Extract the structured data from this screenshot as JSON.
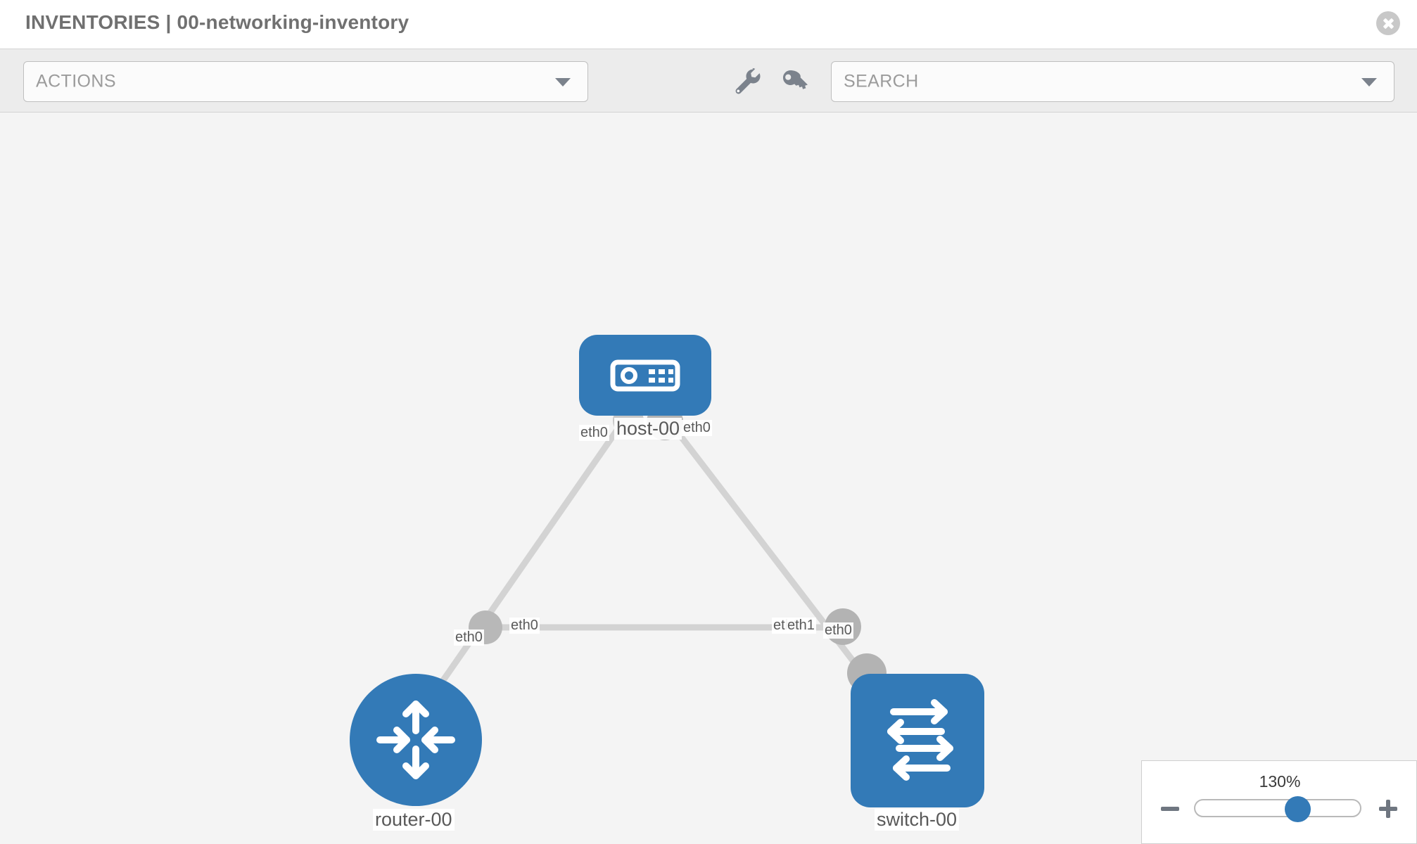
{
  "header": {
    "title": "INVENTORIES | 00-networking-inventory",
    "close_icon": "close-circle-icon"
  },
  "toolbar": {
    "actions_label": "ACTIONS",
    "actions_caret_icon": "chevron-down-icon",
    "wrench_icon": "wrench-icon",
    "key_icon": "key-icon",
    "search_placeholder": "SEARCH",
    "search_value": "",
    "search_caret_icon": "chevron-down-icon"
  },
  "topology": {
    "nodes": [
      {
        "id": "host-00",
        "label": "host-00",
        "type": "host",
        "icon": "server-icon",
        "shape": "rounded-rect",
        "color": "#337ab7"
      },
      {
        "id": "router-00",
        "label": "router-00",
        "type": "router",
        "icon": "router-arrows-icon",
        "shape": "circle",
        "color": "#337ab7"
      },
      {
        "id": "switch-00",
        "label": "switch-00",
        "type": "switch",
        "icon": "switch-arrows-icon",
        "shape": "rounded-square",
        "color": "#337ab7"
      }
    ],
    "links": [
      {
        "from": "host-00",
        "from_iface": "eth0",
        "to": "router-00",
        "to_iface": "eth0"
      },
      {
        "from": "host-00",
        "from_iface": "eth0",
        "to": "switch-00",
        "to_iface": "eth0"
      },
      {
        "from": "router-00",
        "from_iface": "eth0",
        "to": "switch-00",
        "to_iface": "eth1"
      }
    ],
    "interface_labels": {
      "host_left": "eth0",
      "host_right": "eth0",
      "router_up": "eth0",
      "switch_up": "eth0",
      "router_right": "eth0",
      "switch_left_hidden": "eth0",
      "switch_left": "eth1"
    },
    "link_color": "#d3d3d3",
    "connector_color": "#b3b3b3"
  },
  "zoom_control": {
    "value_label": "130%",
    "minus_icon": "minus-icon",
    "plus_icon": "plus-icon",
    "slider_percent": 62
  }
}
